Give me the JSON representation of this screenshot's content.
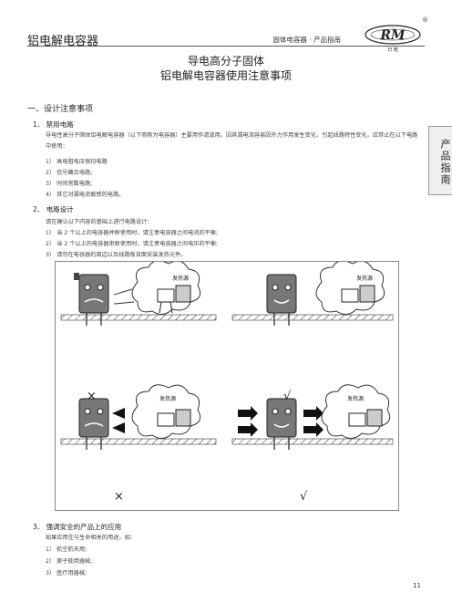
{
  "header": {
    "title": "铝电解电容器",
    "right_text": "固体电容器 · 产品指南",
    "logo_text": "RM",
    "registered_mark": "®",
    "logo_caption": "日 暄"
  },
  "document": {
    "title_line1": "导电高分子固体",
    "title_line2": "铝电解电容器使用注意事项"
  },
  "side_tab": "产品指南",
  "section1": {
    "heading": "一、设计注意事项",
    "sub1": {
      "heading": "1、 禁用电路",
      "para": "导电性高分子固体铝电解电容器（以下简称为电容器）主要用作滤波用。因其漏电流容易因外力作用发生变化，引起线路特性变化，应禁止在以下电路中使用：",
      "items": [
        "1） 高电阻电压保持电路",
        "2） 信号藕合电路;",
        "3） 时间常数电路;",
        "4） 其它对漏电流敏感的电路。"
      ]
    },
    "sub2": {
      "heading": "2、 电路设计",
      "para": "请在确认以下内容的基础上进行电路设计：",
      "items": [
        "1） 当 2 个以上的电容器并联使用时，请注意电容器之间电流的平衡;",
        "2） 当 2 个以上的电容器串联使用时，请注意电容器之间电压的平衡;",
        "3） 请勿在电容器的周边以及线路板背面安装发热元件。"
      ]
    },
    "figure": {
      "heat_label": "发热源",
      "mark_bad": "×",
      "mark_good": "√"
    },
    "sub3": {
      "heading": "3、 强调安全的产品上的应用",
      "para": "如果应用在与生命相关的用途，如：",
      "items": [
        "1） 航空航天用;",
        "2） 原子能用器械;",
        "3） 医疗用器械;"
      ]
    }
  },
  "page_number": "11"
}
